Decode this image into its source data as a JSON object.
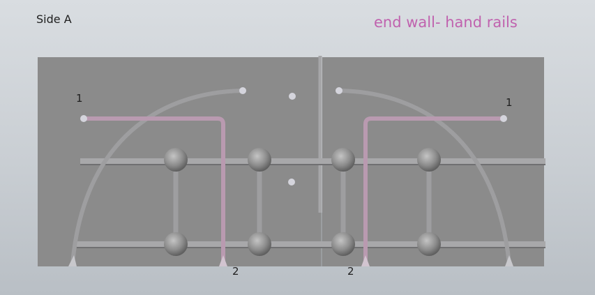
{
  "labels": {
    "side": "Side A",
    "title": "end wall- hand rails",
    "marker_1_left": "1",
    "marker_1_right": "1",
    "marker_2_left": "2",
    "marker_2_right": "2"
  },
  "colors": {
    "panel": "#8b8b8b",
    "rail": "#a6a6a8",
    "rail_shadow": "#6c6c6e",
    "highlight_rail": "#b99ab0",
    "title_text": "#c062ae",
    "text": "#1e1e1e"
  }
}
